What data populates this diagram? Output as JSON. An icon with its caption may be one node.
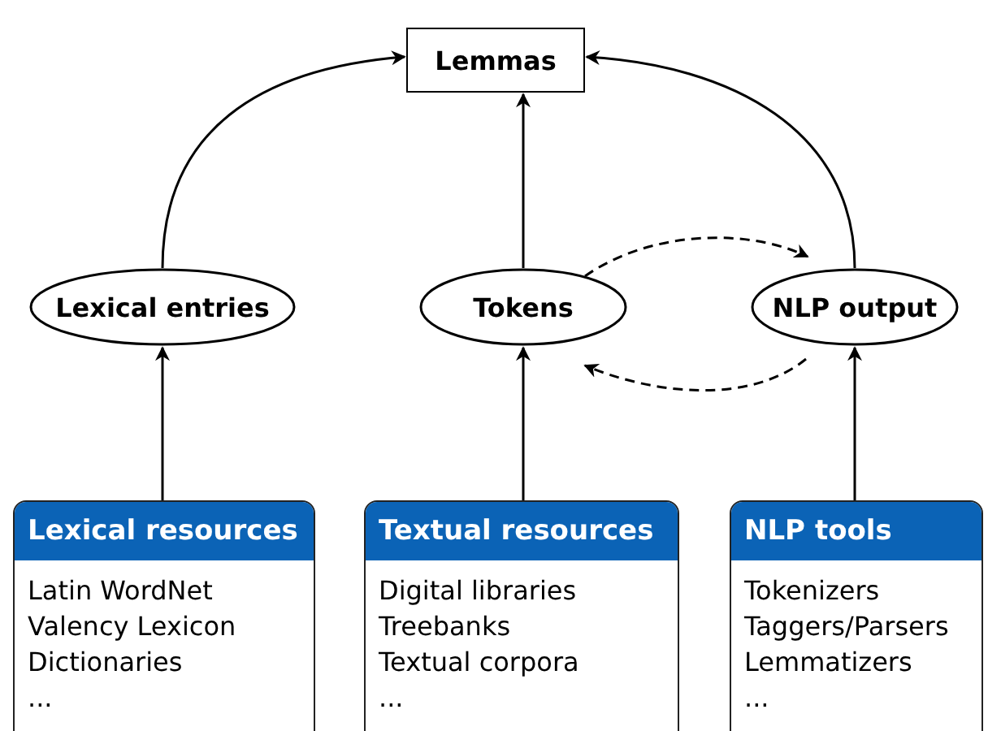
{
  "diagram": {
    "nodes": [
      {
        "text": [
          "Lemmas"
        ]
      },
      {
        "text": [
          "Lexical entries"
        ]
      },
      {
        "text": [
          "Tokens"
        ]
      },
      {
        "text": [
          "NLP output"
        ]
      },
      {
        "text": [
          "Lexical resources",
          "Latin WordNet",
          "Valency Lexicon",
          "Dictionaries",
          "..."
        ]
      },
      {
        "text": [
          "Textual resources",
          "Digital libraries",
          "Treebanks",
          "Textual corpora",
          "..."
        ]
      },
      {
        "text": [
          "NLP tools",
          "Tokenizers",
          "Taggers/Parsers",
          "Lemmatizers",
          "..."
        ]
      }
    ],
    "edges": [
      {
        "from": 4,
        "to": 1,
        "arrow": "to"
      },
      {
        "from": 5,
        "to": 2,
        "arrow": "to"
      },
      {
        "from": 6,
        "to": 3,
        "arrow": "to"
      },
      {
        "from": 1,
        "to": 0,
        "arrow": "to"
      },
      {
        "from": 2,
        "to": 0,
        "arrow": "to"
      },
      {
        "from": 3,
        "to": 0,
        "arrow": "to"
      },
      {
        "from": 2,
        "to": 3,
        "arrow": "to",
        "style": "dashed"
      },
      {
        "from": 3,
        "to": 2,
        "arrow": "to",
        "style": "dashed"
      }
    ]
  }
}
